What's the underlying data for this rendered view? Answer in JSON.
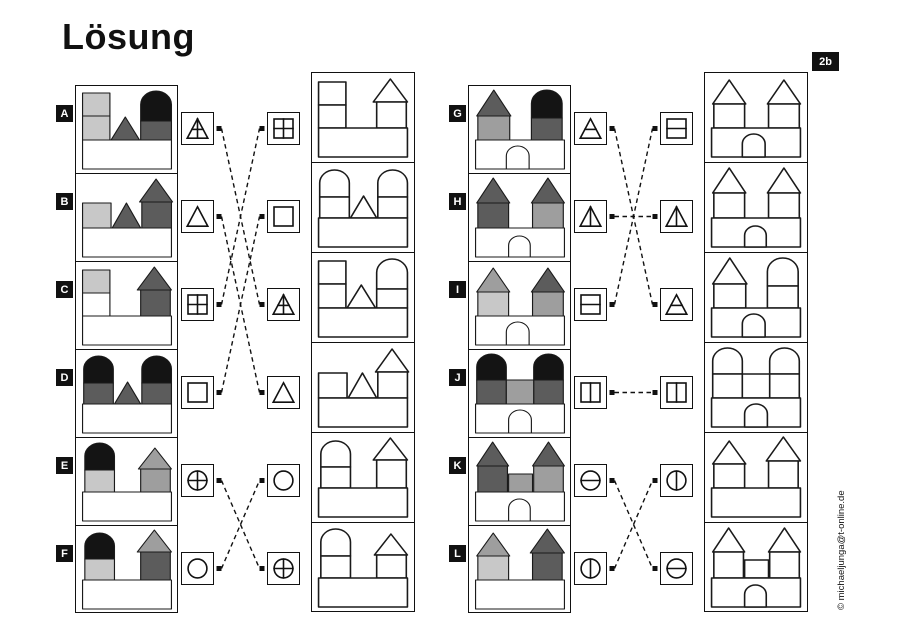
{
  "title": "Lösung",
  "page_badge": "2b",
  "credit": "© michaeljunga@t-online.de",
  "palette": {
    "w": "#ffffff",
    "l": "#c8c8c8",
    "m": "#9e9e9e",
    "d": "#5c5c5c",
    "k": "#141414"
  },
  "left_panel": {
    "rows": [
      {
        "label": "A",
        "symbol": "triangle-cross",
        "right_symbol": "square-grid",
        "outline_of": 2,
        "blocks": [
          {
            "t": "r",
            "x": 4,
            "y": 5,
            "w": 24,
            "h": 23,
            "f": "l"
          },
          {
            "t": "r",
            "x": 4,
            "y": 28,
            "w": 24,
            "h": 24,
            "f": "l"
          },
          {
            "t": "t",
            "x": 29,
            "y": 29,
            "w": 25,
            "h": 23,
            "f": "d"
          },
          {
            "t": "d",
            "x": 55,
            "y": 3,
            "w": 27,
            "h": 30,
            "f": "k"
          },
          {
            "t": "r",
            "x": 55,
            "y": 33,
            "w": 27,
            "h": 19,
            "f": "d"
          },
          {
            "t": "r",
            "x": 4,
            "y": 52,
            "w": 78,
            "h": 29,
            "f": "w"
          }
        ]
      },
      {
        "label": "B",
        "symbol": "triangle",
        "right_symbol": "square",
        "outline_of": 3,
        "blocks": [
          {
            "t": "r",
            "x": 4,
            "y": 27,
            "w": 25,
            "h": 25,
            "f": "l"
          },
          {
            "t": "t",
            "x": 30,
            "y": 27,
            "w": 25,
            "h": 25,
            "f": "d"
          },
          {
            "t": "t",
            "x": 54,
            "y": 3,
            "w": 29,
            "h": 23,
            "f": "d"
          },
          {
            "t": "r",
            "x": 56,
            "y": 26,
            "w": 26,
            "h": 26,
            "f": "d"
          },
          {
            "t": "r",
            "x": 4,
            "y": 52,
            "w": 78,
            "h": 29,
            "f": "w"
          }
        ]
      },
      {
        "label": "C",
        "symbol": "square-grid",
        "right_symbol": "triangle-cross",
        "outline_of": 0,
        "blocks": [
          {
            "t": "r",
            "x": 4,
            "y": 6,
            "w": 24,
            "h": 23,
            "f": "l"
          },
          {
            "t": "r",
            "x": 4,
            "y": 29,
            "w": 24,
            "h": 23,
            "f": "w"
          },
          {
            "t": "t",
            "x": 52,
            "y": 3,
            "w": 30,
            "h": 23,
            "f": "d"
          },
          {
            "t": "r",
            "x": 55,
            "y": 26,
            "w": 26,
            "h": 26,
            "f": "d"
          },
          {
            "t": "r",
            "x": 4,
            "y": 52,
            "w": 78,
            "h": 29,
            "f": "w"
          }
        ]
      },
      {
        "label": "D",
        "symbol": "square",
        "right_symbol": "triangle",
        "outline_of": 1,
        "blocks": [
          {
            "t": "d",
            "x": 5,
            "y": 4,
            "w": 26,
            "h": 27,
            "f": "k"
          },
          {
            "t": "r",
            "x": 5,
            "y": 31,
            "w": 26,
            "h": 21,
            "f": "d"
          },
          {
            "t": "t",
            "x": 32,
            "y": 30,
            "w": 23,
            "h": 22,
            "f": "d"
          },
          {
            "t": "d",
            "x": 56,
            "y": 4,
            "w": 26,
            "h": 27,
            "f": "k"
          },
          {
            "t": "r",
            "x": 56,
            "y": 31,
            "w": 26,
            "h": 21,
            "f": "d"
          },
          {
            "t": "r",
            "x": 4,
            "y": 52,
            "w": 78,
            "h": 29,
            "f": "w"
          }
        ]
      },
      {
        "label": "E",
        "symbol": "circle-cross",
        "right_symbol": "circle",
        "outline_of": 5,
        "blocks": [
          {
            "t": "d",
            "x": 6,
            "y": 3,
            "w": 26,
            "h": 27,
            "f": "k"
          },
          {
            "t": "r",
            "x": 6,
            "y": 30,
            "w": 26,
            "h": 22,
            "f": "l"
          },
          {
            "t": "t",
            "x": 53,
            "y": 8,
            "w": 29,
            "h": 21,
            "f": "m"
          },
          {
            "t": "r",
            "x": 55,
            "y": 29,
            "w": 26,
            "h": 23,
            "f": "m"
          },
          {
            "t": "r",
            "x": 4,
            "y": 52,
            "w": 78,
            "h": 29,
            "f": "w"
          }
        ]
      },
      {
        "label": "F",
        "symbol": "circle",
        "right_symbol": "circle-cross",
        "outline_of": 4,
        "blocks": [
          {
            "t": "d",
            "x": 6,
            "y": 5,
            "w": 26,
            "h": 26,
            "f": "k"
          },
          {
            "t": "r",
            "x": 6,
            "y": 31,
            "w": 26,
            "h": 21,
            "f": "l"
          },
          {
            "t": "t",
            "x": 52,
            "y": 2,
            "w": 30,
            "h": 22,
            "f": "m"
          },
          {
            "t": "r",
            "x": 55,
            "y": 24,
            "w": 26,
            "h": 28,
            "f": "d"
          },
          {
            "t": "r",
            "x": 4,
            "y": 52,
            "w": 78,
            "h": 29,
            "f": "w"
          }
        ]
      }
    ],
    "connections": [
      [
        0,
        2
      ],
      [
        1,
        3
      ],
      [
        2,
        0
      ],
      [
        3,
        1
      ],
      [
        4,
        5
      ],
      [
        5,
        4
      ]
    ]
  },
  "right_panel": {
    "rows": [
      {
        "label": "G",
        "symbol": "triangle-hline",
        "right_symbol": "square-hline",
        "outline_of": 2,
        "blocks": [
          {
            "t": "t",
            "x": 5,
            "y": 2,
            "w": 30,
            "h": 26,
            "f": "d"
          },
          {
            "t": "r",
            "x": 6,
            "y": 28,
            "w": 28,
            "h": 24,
            "f": "m"
          },
          {
            "t": "d",
            "x": 53,
            "y": 2,
            "w": 27,
            "h": 28,
            "f": "k"
          },
          {
            "t": "r",
            "x": 53,
            "y": 30,
            "w": 27,
            "h": 22,
            "f": "d"
          },
          {
            "t": "r",
            "x": 4,
            "y": 52,
            "w": 78,
            "h": 29,
            "f": "w"
          },
          {
            "t": "a",
            "x": 31,
            "y": 58,
            "w": 20,
            "h": 23,
            "f": "w"
          }
        ]
      },
      {
        "label": "H",
        "symbol": "triangle-vline",
        "right_symbol": "triangle-vline",
        "outline_of": 1,
        "blocks": [
          {
            "t": "t",
            "x": 5,
            "y": 2,
            "w": 29,
            "h": 25,
            "f": "d"
          },
          {
            "t": "r",
            "x": 6,
            "y": 27,
            "w": 27,
            "h": 25,
            "f": "d"
          },
          {
            "t": "t",
            "x": 53,
            "y": 2,
            "w": 29,
            "h": 25,
            "f": "d"
          },
          {
            "t": "r",
            "x": 54,
            "y": 27,
            "w": 27,
            "h": 25,
            "f": "m"
          },
          {
            "t": "r",
            "x": 4,
            "y": 52,
            "w": 78,
            "h": 29,
            "f": "w"
          },
          {
            "t": "a",
            "x": 33,
            "y": 60,
            "w": 19,
            "h": 21,
            "f": "w"
          }
        ]
      },
      {
        "label": "I",
        "symbol": "square-hline",
        "right_symbol": "triangle-hline",
        "outline_of": 0,
        "blocks": [
          {
            "t": "t",
            "x": 5,
            "y": 4,
            "w": 29,
            "h": 24,
            "f": "m"
          },
          {
            "t": "r",
            "x": 6,
            "y": 28,
            "w": 27,
            "h": 24,
            "f": "l"
          },
          {
            "t": "t",
            "x": 53,
            "y": 4,
            "w": 29,
            "h": 24,
            "f": "d"
          },
          {
            "t": "r",
            "x": 54,
            "y": 28,
            "w": 27,
            "h": 24,
            "f": "m"
          },
          {
            "t": "r",
            "x": 4,
            "y": 52,
            "w": 78,
            "h": 29,
            "f": "w"
          },
          {
            "t": "a",
            "x": 31,
            "y": 58,
            "w": 20,
            "h": 23,
            "f": "w"
          }
        ]
      },
      {
        "label": "J",
        "symbol": "square-vline",
        "right_symbol": "square-vline",
        "outline_of": 3,
        "blocks": [
          {
            "t": "d",
            "x": 5,
            "y": 2,
            "w": 26,
            "h": 26,
            "f": "k"
          },
          {
            "t": "r",
            "x": 5,
            "y": 28,
            "w": 26,
            "h": 24,
            "f": "d"
          },
          {
            "t": "d",
            "x": 55,
            "y": 2,
            "w": 26,
            "h": 26,
            "f": "k"
          },
          {
            "t": "r",
            "x": 55,
            "y": 28,
            "w": 26,
            "h": 24,
            "f": "d"
          },
          {
            "t": "r",
            "x": 31,
            "y": 28,
            "w": 24,
            "h": 24,
            "f": "m"
          },
          {
            "t": "r",
            "x": 4,
            "y": 52,
            "w": 78,
            "h": 29,
            "f": "w"
          },
          {
            "t": "a",
            "x": 33,
            "y": 58,
            "w": 20,
            "h": 23,
            "f": "w"
          }
        ]
      },
      {
        "label": "K",
        "symbol": "circle-hline",
        "right_symbol": "circle-vline",
        "outline_of": 5,
        "blocks": [
          {
            "t": "t",
            "x": 5,
            "y": 2,
            "w": 28,
            "h": 24,
            "f": "d"
          },
          {
            "t": "r",
            "x": 6,
            "y": 26,
            "w": 26,
            "h": 26,
            "f": "d"
          },
          {
            "t": "t",
            "x": 54,
            "y": 2,
            "w": 28,
            "h": 24,
            "f": "d"
          },
          {
            "t": "r",
            "x": 55,
            "y": 26,
            "w": 26,
            "h": 26,
            "f": "m"
          },
          {
            "t": "r",
            "x": 33,
            "y": 34,
            "w": 21,
            "h": 18,
            "f": "m"
          },
          {
            "t": "r",
            "x": 4,
            "y": 52,
            "w": 78,
            "h": 29,
            "f": "w"
          },
          {
            "t": "a",
            "x": 33,
            "y": 59,
            "w": 19,
            "h": 22,
            "f": "w"
          }
        ]
      },
      {
        "label": "L",
        "symbol": "circle-vline",
        "right_symbol": "circle-hline",
        "outline_of": 4,
        "blocks": [
          {
            "t": "t",
            "x": 5,
            "y": 5,
            "w": 29,
            "h": 23,
            "f": "m"
          },
          {
            "t": "r",
            "x": 6,
            "y": 28,
            "w": 27,
            "h": 24,
            "f": "l"
          },
          {
            "t": "t",
            "x": 52,
            "y": 1,
            "w": 30,
            "h": 24,
            "f": "d"
          },
          {
            "t": "r",
            "x": 54,
            "y": 25,
            "w": 26,
            "h": 27,
            "f": "d"
          },
          {
            "t": "r",
            "x": 4,
            "y": 52,
            "w": 78,
            "h": 29,
            "f": "w"
          }
        ]
      }
    ],
    "connections": [
      [
        0,
        2
      ],
      [
        1,
        1
      ],
      [
        2,
        0
      ],
      [
        3,
        3
      ],
      [
        4,
        5
      ],
      [
        5,
        4
      ]
    ]
  }
}
